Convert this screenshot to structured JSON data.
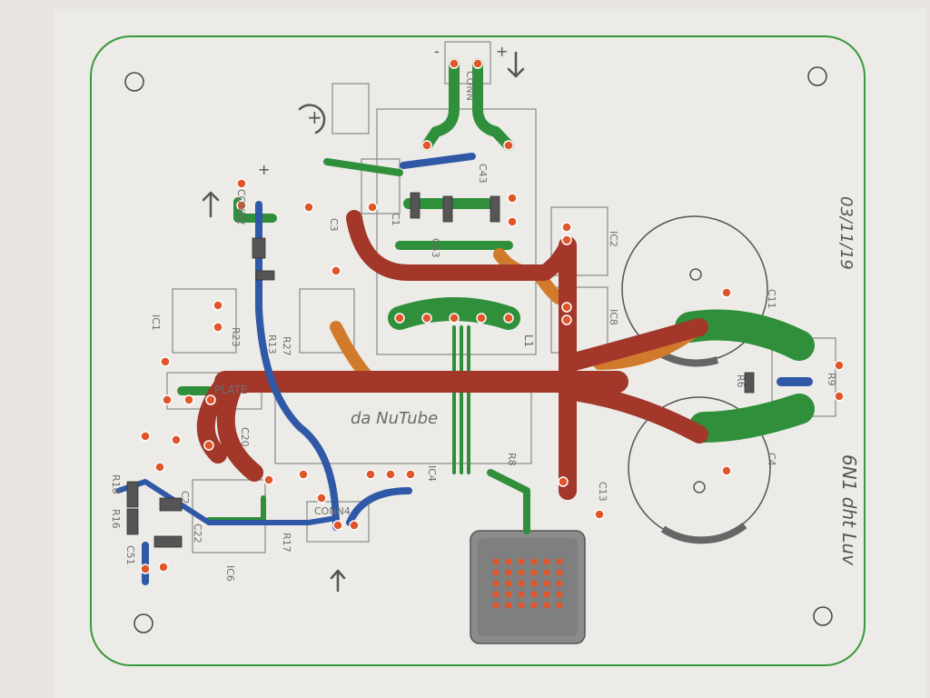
{
  "board": {
    "title": "6N1 dht Luv",
    "date": "03/11/19",
    "tube_label": "da NuTube",
    "inductor_label": "L1"
  },
  "colors": {
    "paper": "#ecebe7",
    "outline": "#3a9a3a",
    "top_trace": "#2f8f3a",
    "power_trace": "#a2372a",
    "signal_trace": "#2f58a6",
    "aux_trace": "#d27a2c",
    "silkscreen": "#7a7a7a",
    "pad": "#e0562a",
    "heatsink": "#888888"
  },
  "labels": {
    "plate": "PLATE",
    "r6": "R6",
    "r8": "R8",
    "r9": "R9",
    "r13": "R13",
    "r16": "R16",
    "r17": "R17",
    "r18": "R18",
    "r23": "R23",
    "r27": "R27",
    "c1": "C1",
    "c2": "C2",
    "c3": "C3",
    "c4": "C4",
    "c11": "C11",
    "c13": "C13",
    "c20": "C20",
    "c22": "C22",
    "c43": "C43",
    "c51": "C51",
    "c53": "C53",
    "ic1": "IC1",
    "ic2": "IC2",
    "ic4": "IC4",
    "ic6": "IC6",
    "ic8": "IC8",
    "conn": "CONN",
    "conn2": "CONN2",
    "conn4": "CONN4",
    "plus": "+",
    "minus": "-"
  }
}
